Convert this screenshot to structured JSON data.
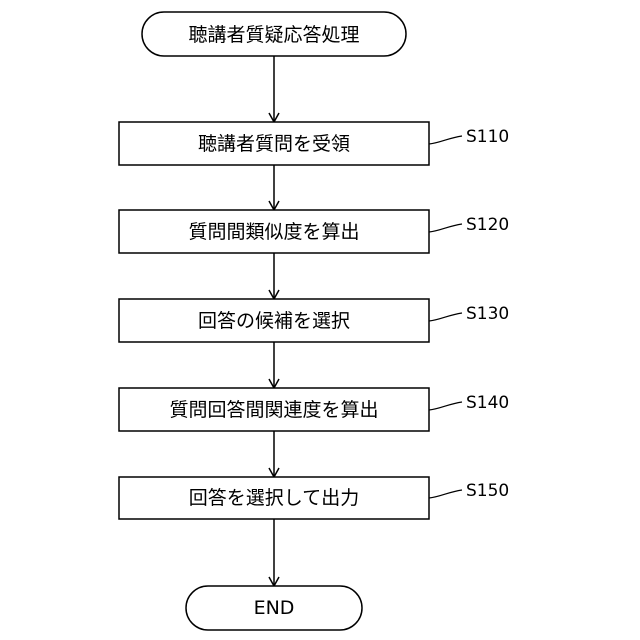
{
  "start": {
    "label": "聴講者質疑応答処理"
  },
  "steps": [
    {
      "id": "S110",
      "label": "聴講者質問を受領"
    },
    {
      "id": "S120",
      "label": "質問間類似度を算出"
    },
    {
      "id": "S130",
      "label": "回答の候補を選択"
    },
    {
      "id": "S140",
      "label": "質問回答間関連度を算出"
    },
    {
      "id": "S150",
      "label": "回答を選択して出力"
    }
  ],
  "end": {
    "label": "END"
  }
}
